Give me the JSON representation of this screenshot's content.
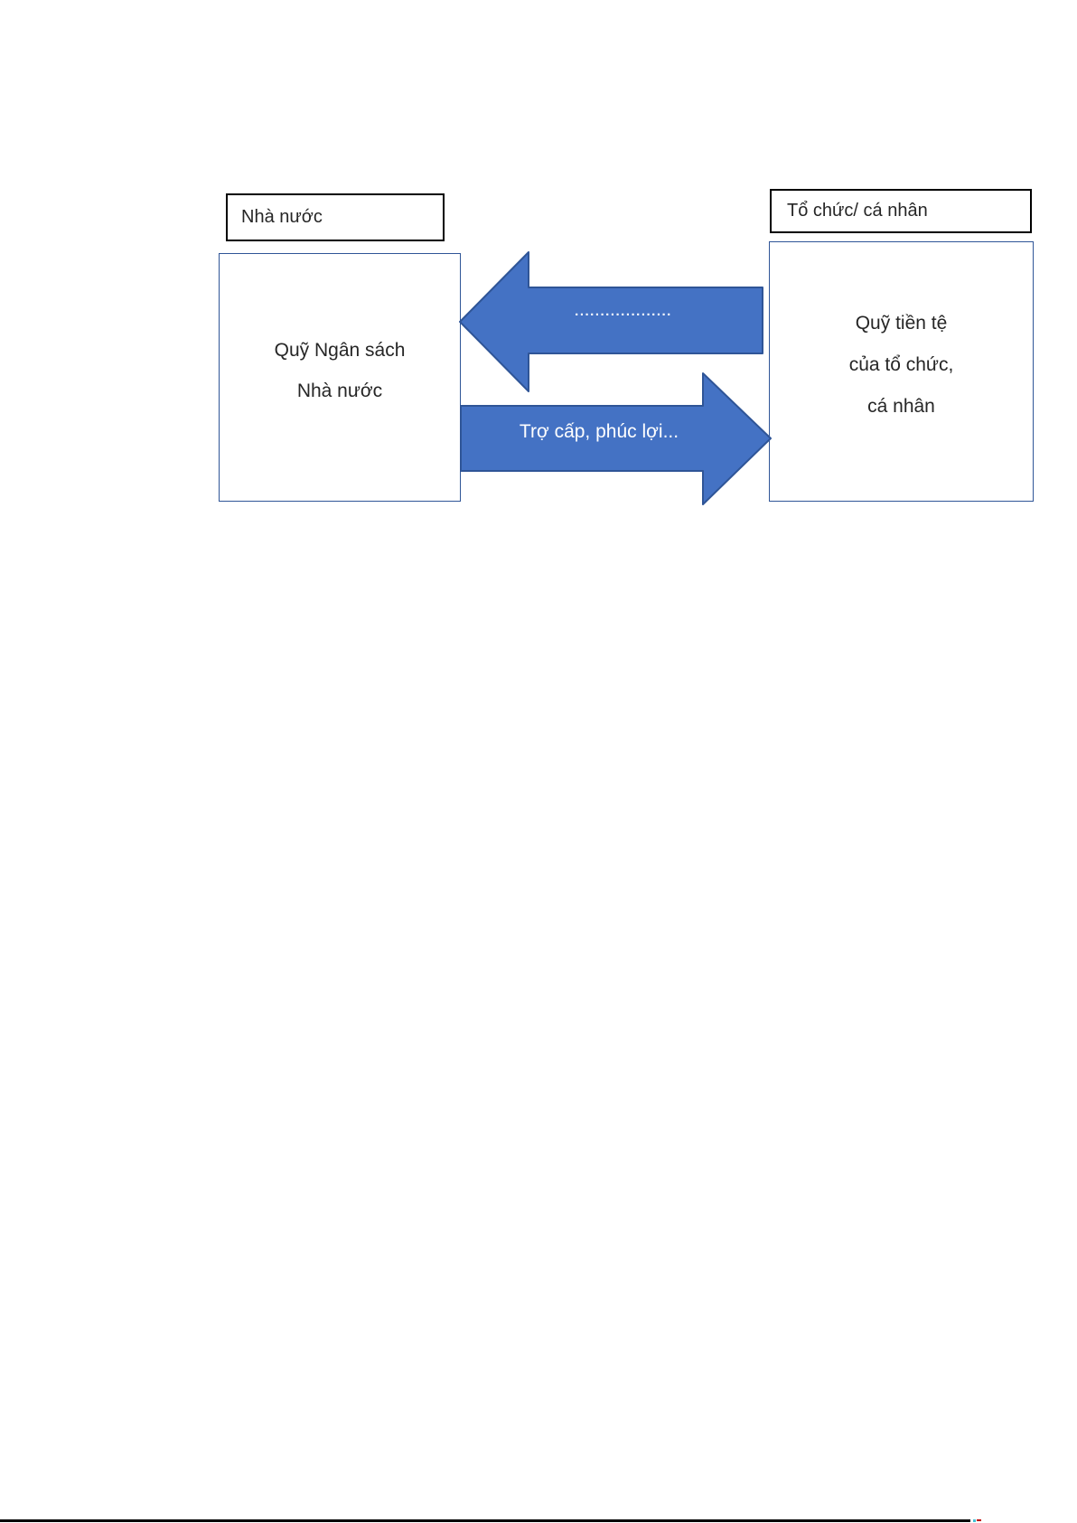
{
  "page": {
    "background_color": "#ffffff",
    "footer_rule_color": "#000000",
    "footer_cyan_mark_color": "#45c1d6",
    "footer_red_mark_color": "#c00000"
  },
  "diagram": {
    "colors": {
      "arrow_fill": "#4472C4",
      "arrow_stroke": "#2F5597",
      "fund_box_border": "#2F5597",
      "label_box_border": "#000000",
      "text": "#262626",
      "arrow_text": "#FFFFFF"
    },
    "left_label_box": {
      "text": "Nhà nước"
    },
    "right_label_box": {
      "text": "Tổ chức/ cá nhân"
    },
    "left_box": {
      "line1": "Quỹ Ngân sách",
      "line2": "Nhà nước"
    },
    "right_box": {
      "line1": "Quỹ tiền tệ",
      "line2": "của tổ chức,",
      "line3": "cá nhân"
    },
    "top_arrow": {
      "label": "..................."
    },
    "bottom_arrow": {
      "label": "Trợ cấp, phúc lợi..."
    }
  }
}
